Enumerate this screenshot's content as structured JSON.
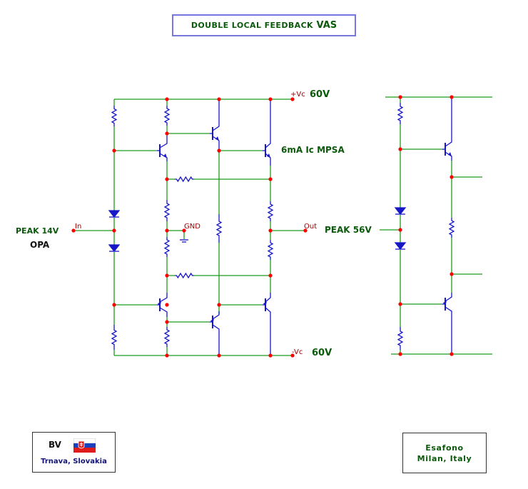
{
  "title_small": "DOUBLE LOCAL FEEDBACK",
  "title_big": "VAS",
  "labels": {
    "vplus": "+Vc",
    "vplus_val": "60V",
    "vminus": "-Vc",
    "vminus_val": "60V",
    "transistor_note": "6mA Ic MPSA",
    "input": "In",
    "output": "Out",
    "ground": "GND",
    "peak_in": "PEAK 14V",
    "opa": "OPA",
    "peak_right": "PEAK 56V"
  },
  "credit_left": {
    "name": "BV",
    "city": "Trnava, Slovakia"
  },
  "credit_right": {
    "line1": "Esafono",
    "line2": "Milan, Italy"
  },
  "colors": {
    "wire": "#1e9a1e",
    "component": "#1717c8",
    "node": "#ff0000",
    "text_green": "#0b5a0b",
    "text_red": "#a00000"
  }
}
